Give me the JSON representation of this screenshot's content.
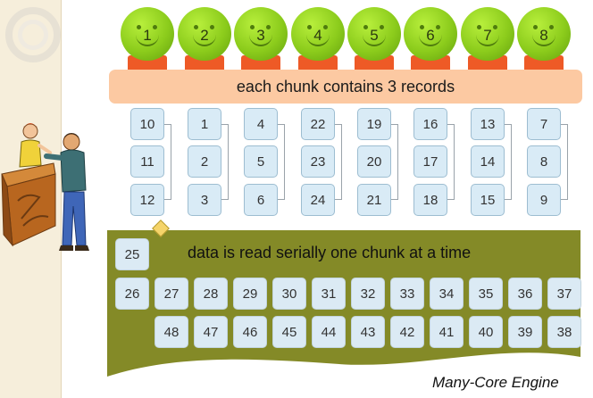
{
  "cores": [
    "1",
    "2",
    "3",
    "4",
    "5",
    "6",
    "7",
    "8"
  ],
  "banner": "each chunk contains 3 records",
  "chunks": [
    [
      "10",
      "11",
      "12"
    ],
    [
      "1",
      "2",
      "3"
    ],
    [
      "4",
      "5",
      "6"
    ],
    [
      "22",
      "23",
      "24"
    ],
    [
      "19",
      "20",
      "21"
    ],
    [
      "16",
      "17",
      "18"
    ],
    [
      "13",
      "14",
      "15"
    ],
    [
      "7",
      "8",
      "9"
    ]
  ],
  "engine": {
    "text": "data is read serially one chunk at a time",
    "current": "25",
    "row1": [
      "26",
      "27",
      "28",
      "29",
      "30",
      "31",
      "32",
      "33",
      "34",
      "35",
      "36",
      "37"
    ],
    "row2": [
      "48",
      "47",
      "46",
      "45",
      "44",
      "43",
      "42",
      "41",
      "40",
      "39",
      "38"
    ],
    "label": "Many-Core Engine"
  },
  "colors": {
    "engine_bg": "#848a27",
    "banner_bg": "#fcc9a2",
    "core_head": "#8ccc1c",
    "core_base": "#ee5a26",
    "record_cell": "#d9ebf6"
  }
}
